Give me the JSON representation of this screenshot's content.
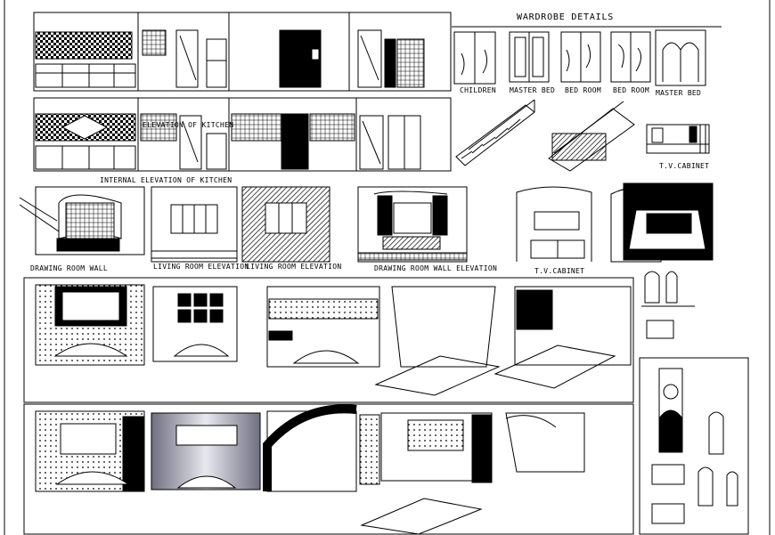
{
  "labels": {
    "wardrobe_details": "WARDROBE DETAILS",
    "children": "CHILDREN",
    "master_bed": "MASTER BED",
    "bed_room_1": "BED ROOM",
    "bed_room_2": "BED ROOM",
    "master_bed_2": "MASTER BED",
    "tv_cabinet_top": "T.V.CABINET",
    "internal_elevation": "INTERNAL ELEVATION OF KITCHEN",
    "elevation_kitchen": "ELEVATION OF KITCHEN",
    "drawing_room_wall": "DRAWING ROOM WALL",
    "living_room_elev_1": "LIVING ROOM ELEVATION",
    "living_room_elev_2": "LIVING ROOM ELEVATION",
    "drawing_room_wall_elev": "DRAWING ROOM WALL ELEVATION",
    "tv_cabinet_mid": "T.V.CABINET"
  },
  "colors": {
    "ink": "#000000",
    "paper": "#ffffff",
    "grey": "#8c8c9a"
  }
}
